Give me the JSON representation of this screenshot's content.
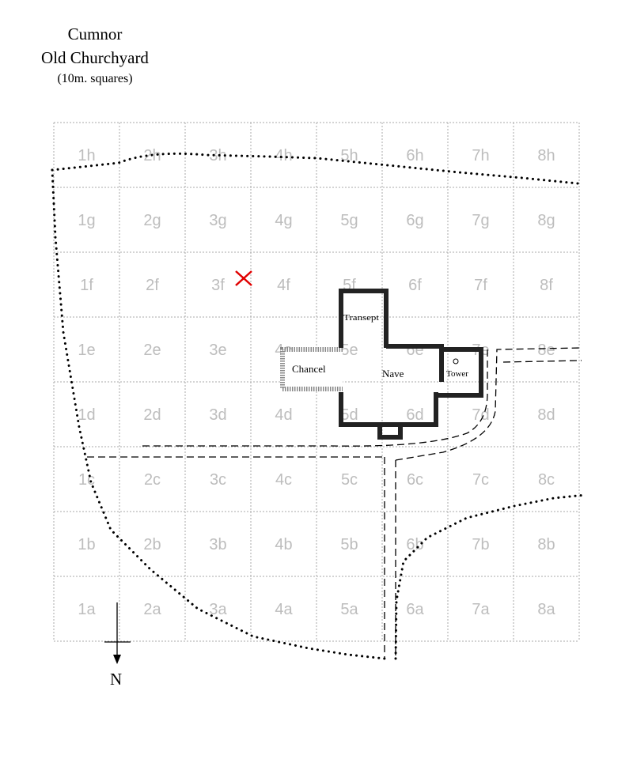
{
  "title": {
    "line1": "Cumnor",
    "line2": "Old Churchyard",
    "line3": "(10m. squares)"
  },
  "grid": {
    "columns": [
      "1",
      "2",
      "3",
      "4",
      "5",
      "6",
      "7",
      "8"
    ],
    "rows": [
      "h",
      "g",
      "f",
      "e",
      "d",
      "c",
      "b",
      "a"
    ]
  },
  "building": {
    "chancel": "Chancel",
    "nave": "Nave",
    "tower": "Tower",
    "transept": "Transept"
  },
  "north_label": "N",
  "marker": {
    "symbol": "cross-marker",
    "color": "#e00000",
    "cell": "3f"
  },
  "colors": {
    "grid": "#a8a8a8",
    "cell_label": "#bdbdbd",
    "marker": "#e00000"
  }
}
